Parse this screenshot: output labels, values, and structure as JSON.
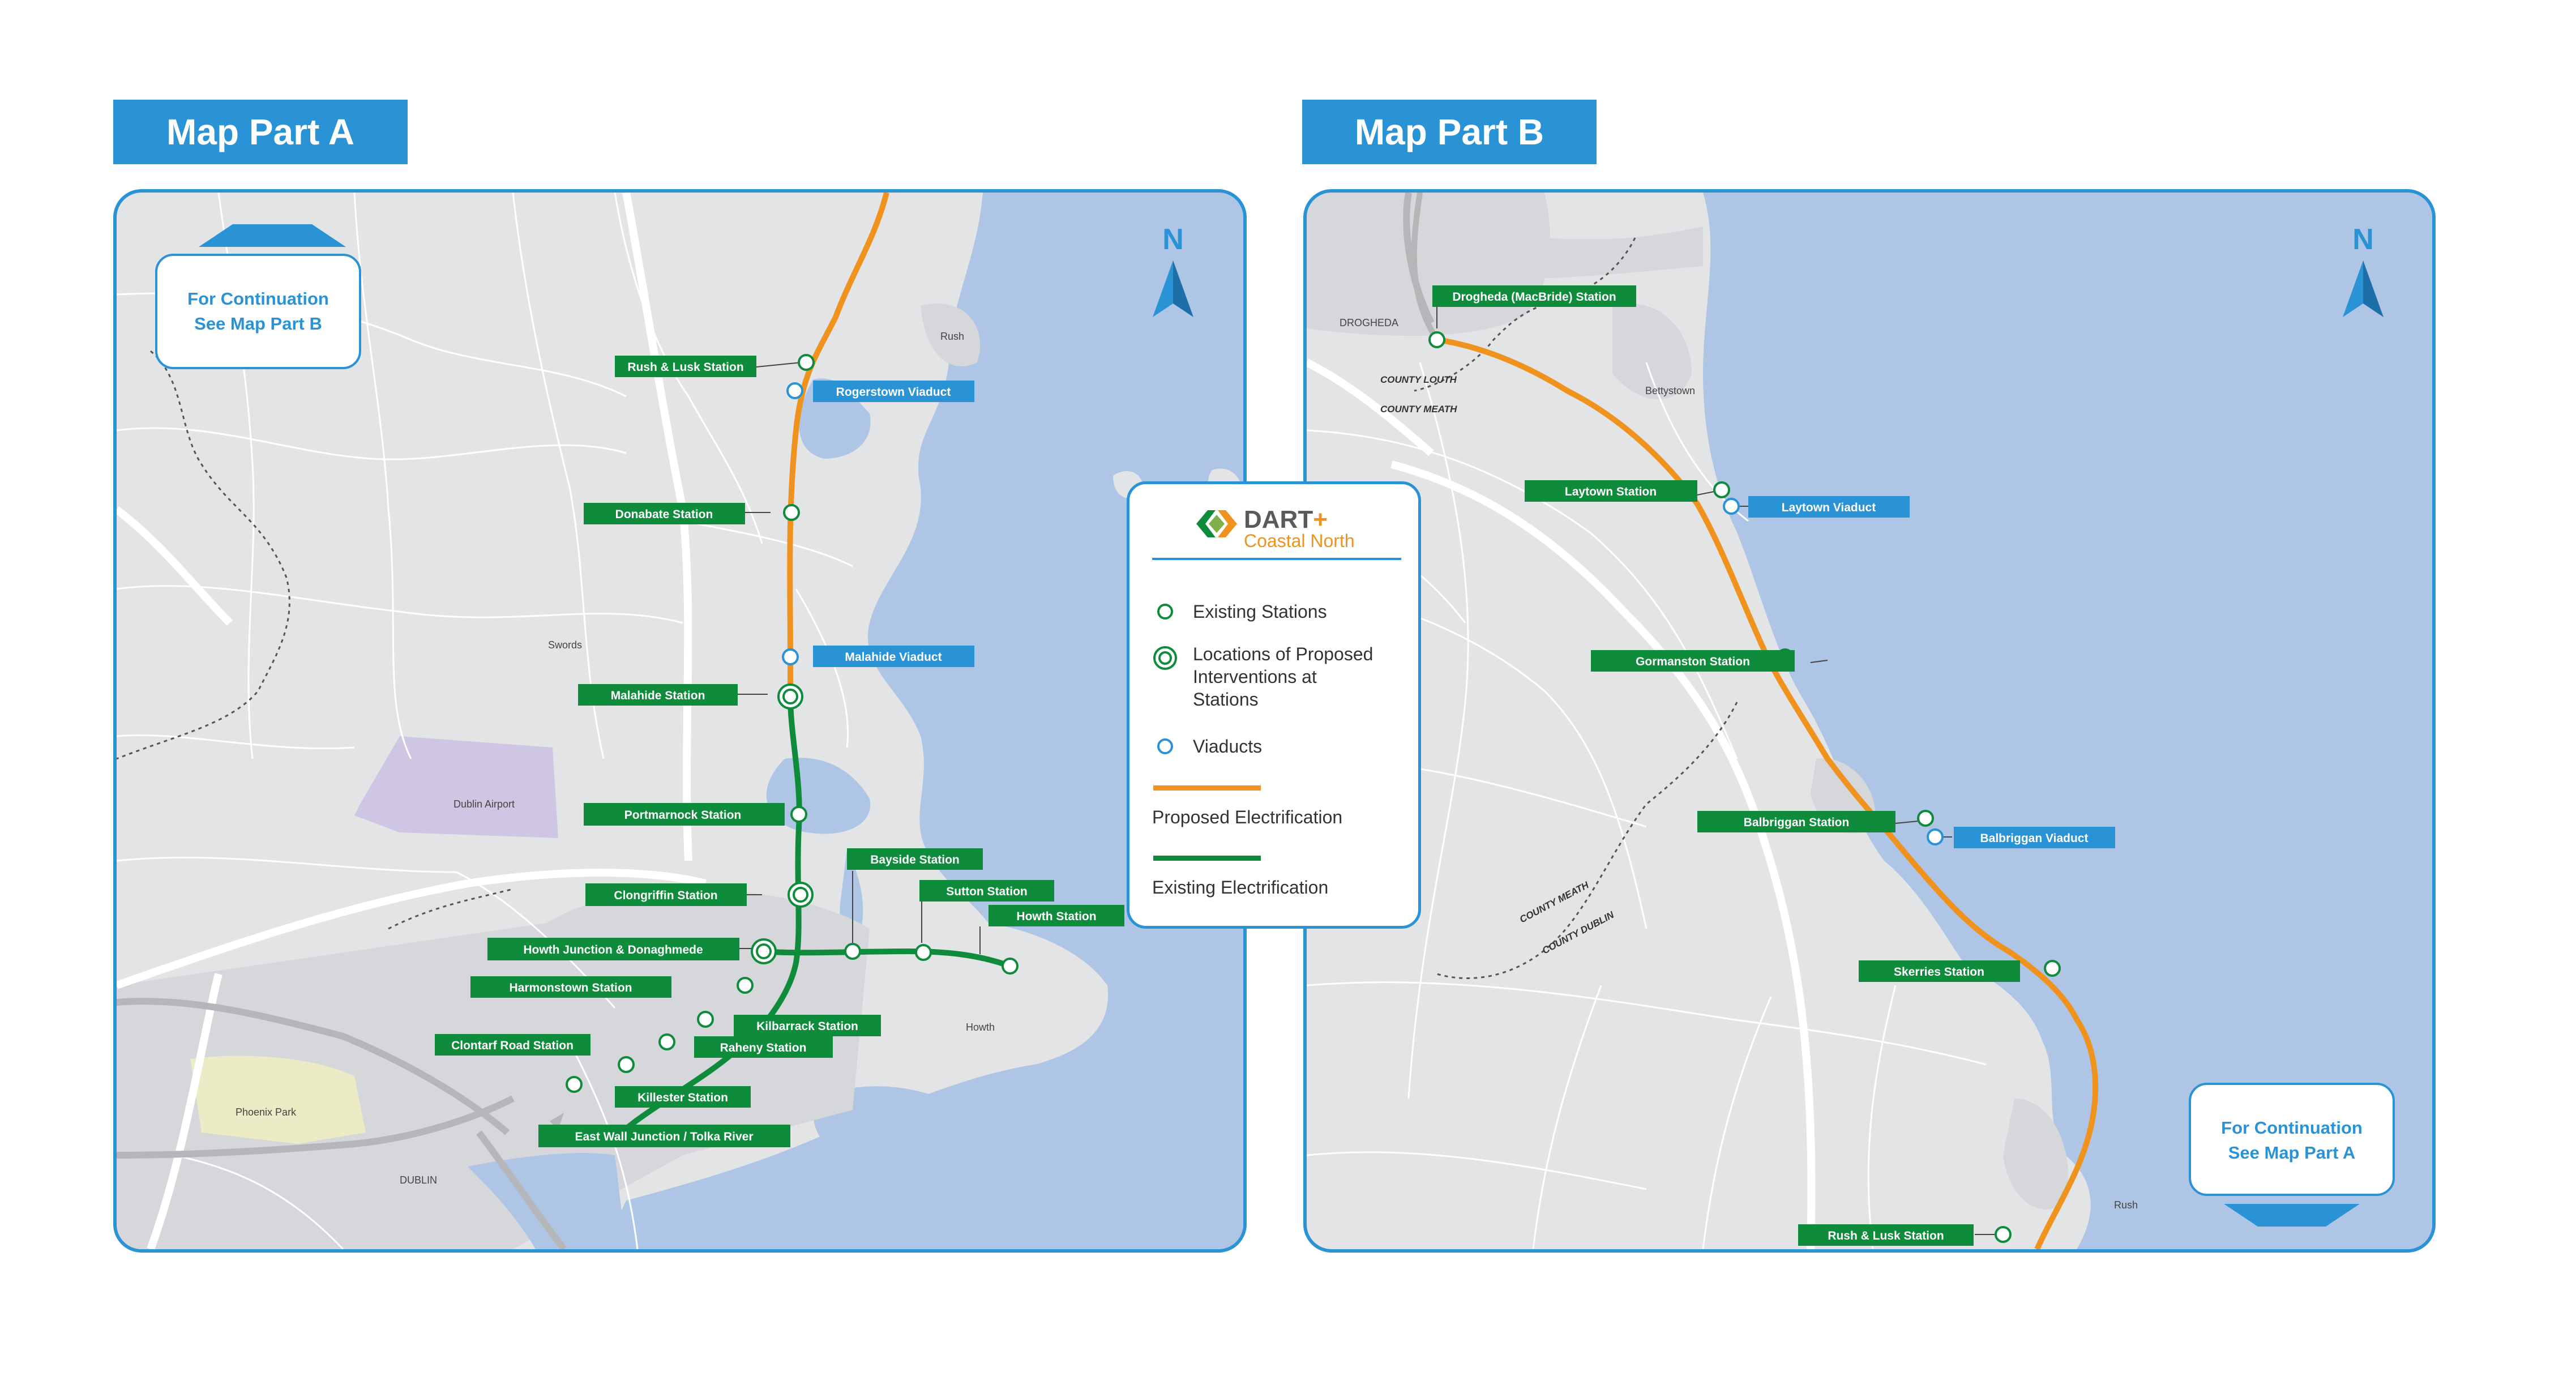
{
  "titles": {
    "part_a": "Map Part A",
    "part_b": "Map Part B"
  },
  "compass": {
    "label": "N"
  },
  "continuation_a": {
    "line1": "For Continuation",
    "line2": "See Map Part B"
  },
  "continuation_b": {
    "line1": "For Continuation",
    "line2": "See Map Part A"
  },
  "legend": {
    "logo_title": "DART",
    "logo_plus": "+",
    "logo_subtitle": "Coastal North",
    "existing_stations": "Existing Stations",
    "proposed_interventions": [
      "Locations of Proposed",
      "Interventions at",
      "Stations"
    ],
    "viaducts": "Viaducts",
    "proposed_electrification": "Proposed Electrification",
    "existing_electrification": "Existing Electrification"
  },
  "colors": {
    "accent_blue": "#2a93d5",
    "station_green": "#0f8c3b",
    "proposed_orange": "#f0931e",
    "sea": "#aec5e6",
    "land": "#e3e4e6"
  },
  "map_a": {
    "places": {
      "rush": "Rush",
      "swords": "Swords",
      "airport": "Dublin Airport",
      "howth": "Howth",
      "phoenix_park": "Phoenix Park",
      "dublin": "DUBLIN"
    },
    "stations": {
      "rush_lusk": "Rush & Lusk Station",
      "rogerstown": "Rogerstown Viaduct",
      "donabate": "Donabate Station",
      "malahide_viaduct": "Malahide Viaduct",
      "malahide": "Malahide Station",
      "portmarnock": "Portmarnock Station",
      "bayside": "Bayside Station",
      "sutton": "Sutton Station",
      "howth": "Howth Station",
      "clongriffin": "Clongriffin Station",
      "howth_junction": "Howth Junction & Donaghmede",
      "harmonstown": "Harmonstown Station",
      "kilbarrack": "Kilbarrack Station",
      "raheny": "Raheny Station",
      "clontarf": "Clontarf Road Station",
      "killester": "Killester Station",
      "east_wall": "East Wall Junction / Tolka River"
    }
  },
  "map_b": {
    "places": {
      "drogheda": "DROGHEDA",
      "bettystown": "Bettystown",
      "rush": "Rush"
    },
    "counties": {
      "louth": "COUNTY LOUTH",
      "meath_top": "COUNTY MEATH",
      "meath_mid": "COUNTY MEATH",
      "dublin": "COUNTY DUBLIN"
    },
    "stations": {
      "drogheda": "Drogheda (MacBride) Station",
      "laytown": "Laytown Station",
      "laytown_viaduct": "Laytown Viaduct",
      "gormanston": "Gormanston Station",
      "balbriggan": "Balbriggan Station",
      "balbriggan_viaduct": "Balbriggan Viaduct",
      "skerries": "Skerries Station",
      "rush_lusk": "Rush & Lusk Station"
    }
  }
}
